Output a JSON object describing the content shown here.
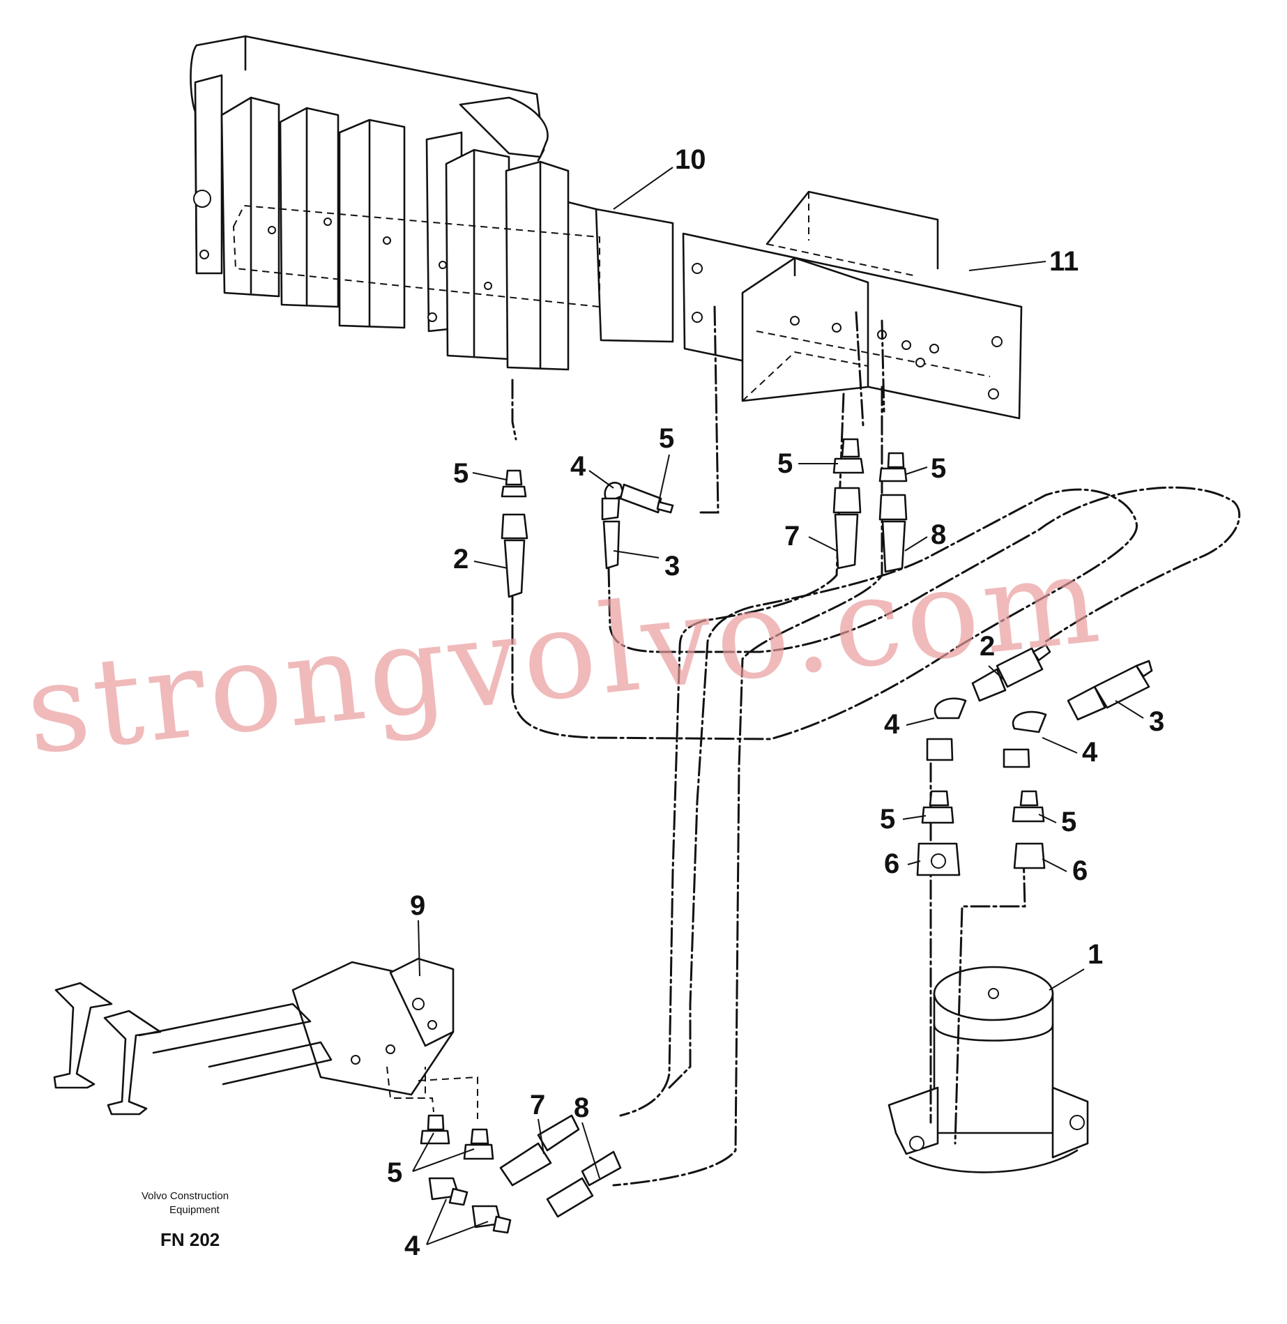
{
  "diagram": {
    "callouts": {
      "c10": "10",
      "c11": "11",
      "c5_a": "5",
      "c2_a": "2",
      "c4_a": "4",
      "c5_b": "5",
      "c3_a": "3",
      "c5_c": "5",
      "c7_a": "7",
      "c5_d": "5",
      "c8_a": "8",
      "c2_b": "2",
      "c3_b": "3",
      "c4_b": "4",
      "c4_c": "4",
      "c5_e": "5",
      "c5_f": "5",
      "c6_a": "6",
      "c6_b": "6",
      "c1": "1",
      "c9": "9",
      "c7_b": "7",
      "c8_b": "8",
      "c5_g": "5",
      "c4_d": "4"
    },
    "brand_line1": "Volvo Construction",
    "brand_line2": "Equipment",
    "figure_code": "FN 202",
    "watermark": "strongvolvo.com"
  }
}
